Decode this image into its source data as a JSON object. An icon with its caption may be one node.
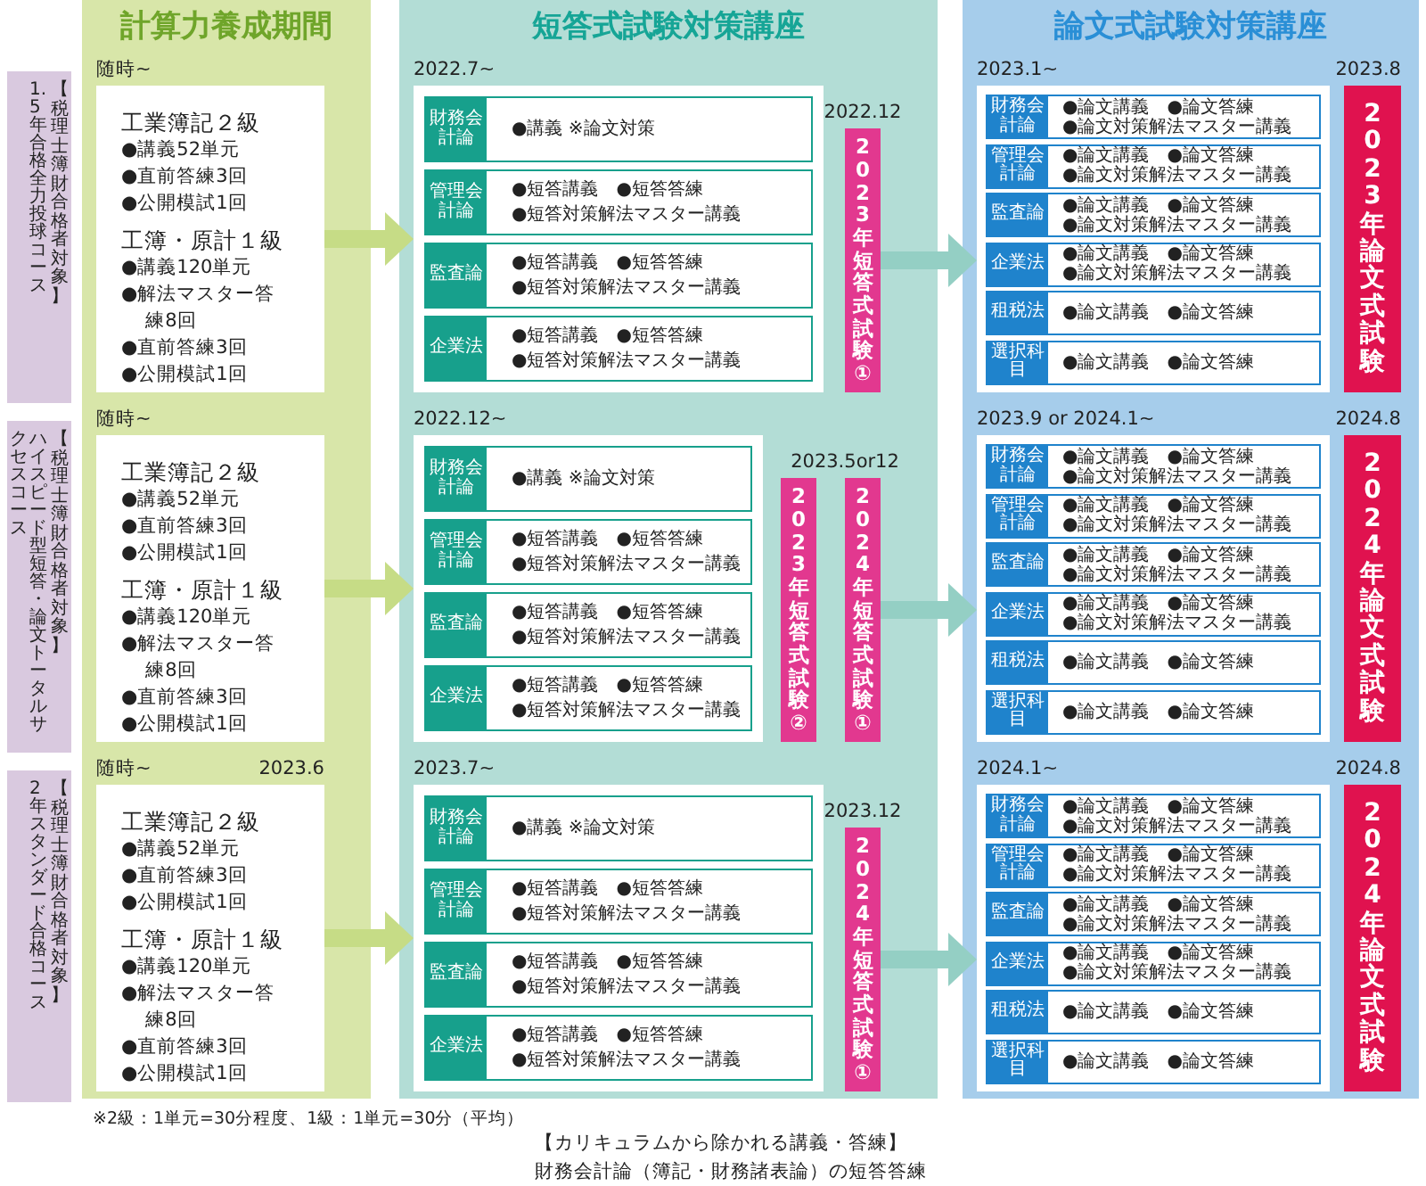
{
  "diagram": {
    "nodes": [
      {
        "text": [
          "1.5年合格全力投球コース",
          "【税理士簿財合格者対象】"
        ]
      },
      {
        "text": [
          "ハイスピード型短答・論文トータルサクセスコース",
          "【税理士簿財合格者対象】"
        ]
      },
      {
        "text": [
          "2年スタンダード合格コース",
          "【税理士簿財合格者対象】"
        ]
      },
      {
        "text": [
          "計算力養成期間"
        ]
      },
      {
        "text": [
          "工業簿記２級",
          "●講義52単元",
          "●直前答練3回",
          "●公開模試1回",
          "工簿・原計１級",
          "●講義120単元",
          "●解法マスター答練8回",
          "●直前答練3回",
          "●公開模試1回"
        ],
        "in": 3,
        "beside": [
          "随時~"
        ]
      },
      {
        "text": [
          "工業簿記２級",
          "●講義52単元",
          "●直前答練3回",
          "●公開模試1回",
          "工簿・原計１級",
          "●講義120単元",
          "●解法マスター答練8回",
          "●直前答練3回",
          "●公開模試1回"
        ],
        "in": 3,
        "beside": [
          "随時~"
        ]
      },
      {
        "text": [
          "工業簿記２級",
          "●講義52単元",
          "●直前答練3回",
          "●公開模試1回",
          "工簿・原計１級",
          "●講義120単元",
          "●解法マスター答練8回",
          "●直前答練3回",
          "●公開模試1回"
        ],
        "in": 3,
        "beside": [
          "随時~",
          "2023.6"
        ]
      },
      {
        "text": [
          "短答式試験対策講座"
        ]
      },
      {
        "text": [],
        "shape": "box",
        "in": 7,
        "beside": [
          "2022.7~"
        ]
      },
      {
        "text": [
          "財務会計論",
          "●講義 ※論文対策"
        ],
        "in": 8
      },
      {
        "text": [
          "管理会計論",
          "●短答講義　●短答答練",
          "●短答対策解法マスター講義"
        ],
        "in": 8
      },
      {
        "text": [
          "監査論",
          "●短答講義　●短答答練",
          "●短答対策解法マスター講義"
        ],
        "in": 8
      },
      {
        "text": [
          "企業法",
          "●短答講義　●短答答練",
          "●短答対策解法マスター講義"
        ],
        "in": 8
      },
      {
        "text": [
          "2023年短答式試験①"
        ],
        "in": 7,
        "beside": [
          "2022.12"
        ]
      },
      {
        "text": [],
        "shape": "box",
        "in": 7,
        "beside": [
          "2022.12~"
        ]
      },
      {
        "text": [
          "財務会計論",
          "●講義 ※論文対策"
        ],
        "in": 14
      },
      {
        "text": [
          "管理会計論",
          "●短答講義　●短答答練",
          "●短答対策解法マスター講義"
        ],
        "in": 14
      },
      {
        "text": [
          "監査論",
          "●短答講義　●短答答練",
          "●短答対策解法マスター講義"
        ],
        "in": 14
      },
      {
        "text": [
          "企業法",
          "●短答講義　●短答答練",
          "●短答対策解法マスター講義"
        ],
        "in": 14
      },
      {
        "text": [
          "2023年短答式試験②"
        ],
        "in": 7
      },
      {
        "text": [
          "2024年短答式試験①"
        ],
        "in": 7
      },
      {
        "text": [],
        "shape": "box",
        "in": 7,
        "beside": [
          "2023.7~"
        ]
      },
      {
        "text": [
          "財務会計論",
          "●講義 ※論文対策"
        ],
        "in": 21
      },
      {
        "text": [
          "管理会計論",
          "●短答講義　●短答答練",
          "●短答対策解法マスター講義"
        ],
        "in": 21
      },
      {
        "text": [
          "監査論",
          "●短答講義　●短答答練",
          "●短答対策解法マスター講義"
        ],
        "in": 21
      },
      {
        "text": [
          "企業法",
          "●短答講義　●短答答練",
          "●短答対策解法マスター講義"
        ],
        "in": 21
      },
      {
        "text": [
          "2024年短答式試験①"
        ],
        "in": 7,
        "beside": [
          "2023.12"
        ]
      },
      {
        "text": [
          "論文式試験対策講座"
        ]
      },
      {
        "text": [],
        "shape": "box",
        "in": 27,
        "beside": [
          "2023.1~"
        ]
      },
      {
        "text": [
          "財務会計論",
          "●論文講義　●論文答練",
          "●論文対策解法マスター講義"
        ],
        "in": 28
      },
      {
        "text": [
          "管理会計論",
          "●論文講義　●論文答練",
          "●論文対策解法マスター講義"
        ],
        "in": 28
      },
      {
        "text": [
          "監査論",
          "●論文講義　●論文答練",
          "●論文対策解法マスター講義"
        ],
        "in": 28
      },
      {
        "text": [
          "企業法",
          "●論文講義　●論文答練",
          "●論文対策解法マスター講義"
        ],
        "in": 28
      },
      {
        "text": [
          "租税法",
          "●論文講義　●論文答練"
        ],
        "in": 28
      },
      {
        "text": [
          "選択科目",
          "●論文講義　●論文答練"
        ],
        "in": 28
      },
      {
        "text": [
          "2023年論文式試験"
        ],
        "in": 27,
        "beside": [
          "2023.8"
        ]
      },
      {
        "text": [],
        "shape": "box",
        "in": 27,
        "beside": [
          "2023.9 or 2024.1~"
        ]
      },
      {
        "text": [
          "財務会計論",
          "●論文講義　●論文答練",
          "●論文対策解法マスター講義"
        ],
        "in": 36
      },
      {
        "text": [
          "管理会計論",
          "●論文講義　●論文答練",
          "●論文対策解法マスター講義"
        ],
        "in": 36
      },
      {
        "text": [
          "監査論",
          "●論文講義　●論文答練",
          "●論文対策解法マスター講義"
        ],
        "in": 36
      },
      {
        "text": [
          "企業法",
          "●論文講義　●論文答練",
          "●論文対策解法マスター講義"
        ],
        "in": 36
      },
      {
        "text": [
          "租税法",
          "●論文講義　●論文答練"
        ],
        "in": 36
      },
      {
        "text": [
          "選択科目",
          "●論文講義　●論文答練"
        ],
        "in": 36
      },
      {
        "text": [
          "2024年論文式試験"
        ],
        "in": 27,
        "beside": [
          "2024.8"
        ]
      },
      {
        "text": [],
        "shape": "box",
        "in": 27,
        "beside": [
          "2024.1~"
        ]
      },
      {
        "text": [
          "財務会計論",
          "●論文講義　●論文答練",
          "●論文対策解法マスター講義"
        ],
        "in": 44
      },
      {
        "text": [
          "管理会計論",
          "●論文講義　●論文答練",
          "●論文対策解法マスター講義"
        ],
        "in": 44
      },
      {
        "text": [
          "監査論",
          "●論文講義　●論文答練",
          "●論文対策解法マスター講義"
        ],
        "in": 44
      },
      {
        "text": [
          "企業法",
          "●論文講義　●論文答練",
          "●論文対策解法マスター講義"
        ],
        "in": 44
      },
      {
        "text": [
          "租税法",
          "●論文講義　●論文答練"
        ],
        "in": 44
      },
      {
        "text": [
          "選択科目",
          "●論文講義　●論文答練"
        ],
        "in": 44
      },
      {
        "text": [
          "2024年論文式試験"
        ],
        "in": 27,
        "beside": [
          "2024.8"
        ]
      }
    ],
    "edges": [
      {
        "from": 4,
        "to": 8,
        "arrow": "to"
      },
      {
        "from": 5,
        "to": 14,
        "arrow": "to"
      },
      {
        "from": 6,
        "to": 21,
        "arrow": "to"
      },
      {
        "from": 13,
        "to": 28,
        "arrow": "to"
      },
      {
        "from": 20,
        "to": 36,
        "arrow": "to"
      },
      {
        "from": 26,
        "to": 44,
        "arrow": "to"
      }
    ],
    "labels": [
      "2023.5or12",
      "※2級：1単元=30分程度、1級：1単元=30分（平均）",
      "【カリキュラムから除かれる講義・答練】",
      "財務会計論（簿記・財務諸表論）の短答答練"
    ]
  }
}
